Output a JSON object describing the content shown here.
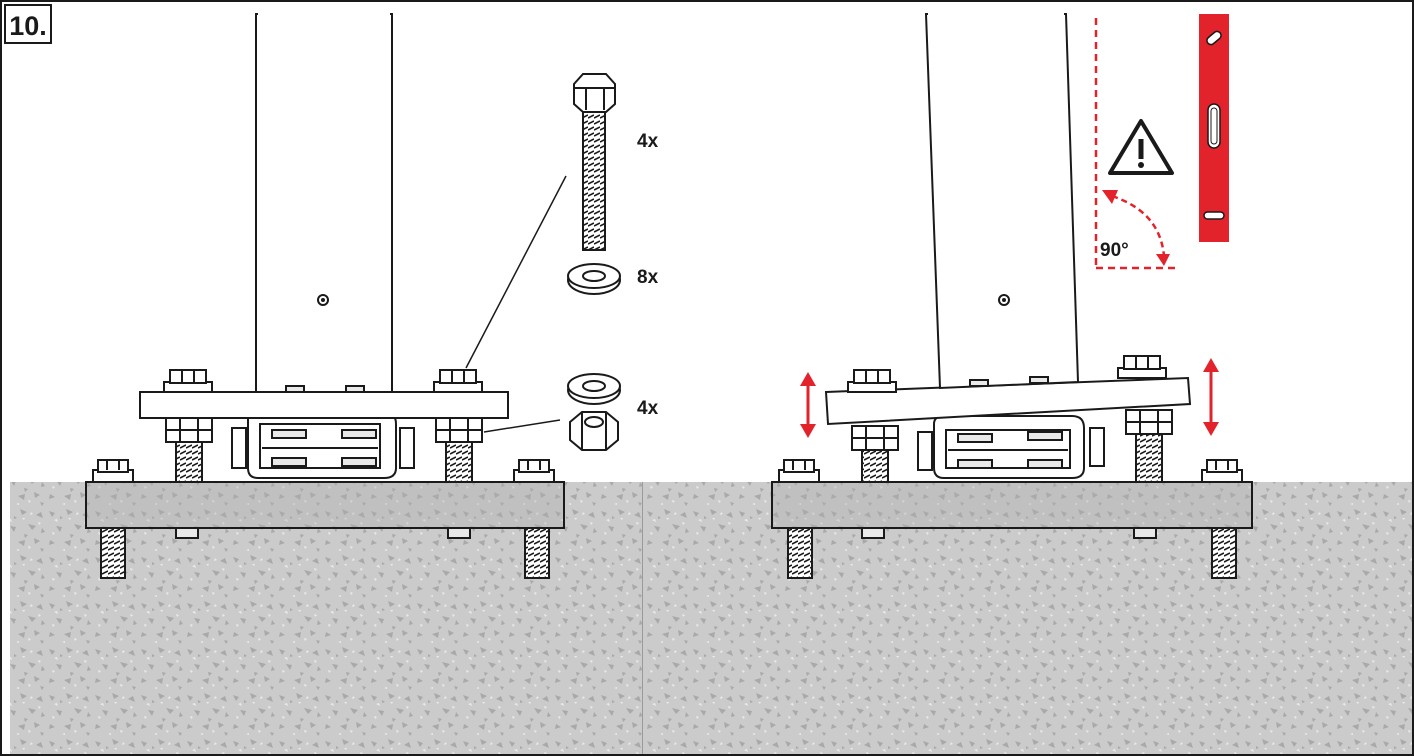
{
  "step": {
    "number": "10."
  },
  "hardware": [
    {
      "name": "bolt",
      "quantity": "4x"
    },
    {
      "name": "washer",
      "quantity": "8x"
    },
    {
      "name": "nut",
      "quantity": "4x"
    }
  ],
  "level_check": {
    "angle": "90°"
  },
  "icons": [
    "warning-triangle-icon",
    "spirit-level-icon",
    "adjust-height-arrow-icon"
  ],
  "colors": {
    "accent": "#e3232b",
    "ink": "#1a1a1a",
    "concrete": "#c9c9c9",
    "concrete_speck": "#a8a8a8"
  }
}
